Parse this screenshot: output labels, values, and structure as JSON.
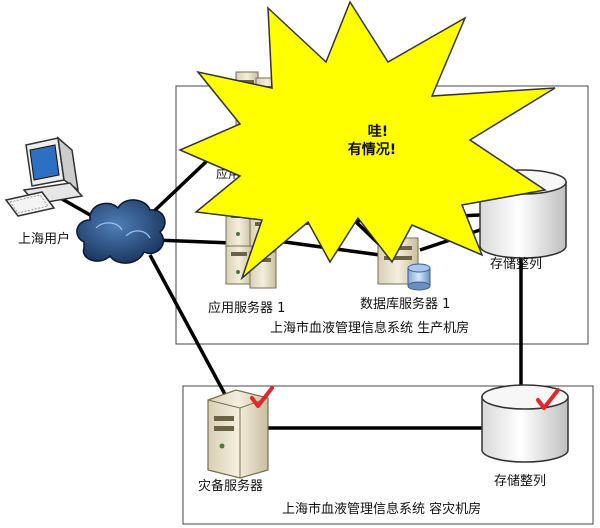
{
  "labels": {
    "user": "上海用户",
    "app_server_1": "应用服务器 1",
    "app_server_2_partial": "应用",
    "db_server_1": "数据库服务器 1",
    "storage_array_prod": "存储整列",
    "storage_array_dr": "存储整列",
    "dr_server": "灾备服务器",
    "prod_room": "上海市血液管理信息系统 生产机房",
    "dr_room": "上海市血液管理信息系统 容灾机房"
  },
  "callout": {
    "line1": "哇!",
    "line2": "有情况!"
  },
  "colors": {
    "burst_fill": "#ffff00",
    "line": "#000000",
    "check": "#e0282a",
    "cloud": "#1d3e6e"
  }
}
